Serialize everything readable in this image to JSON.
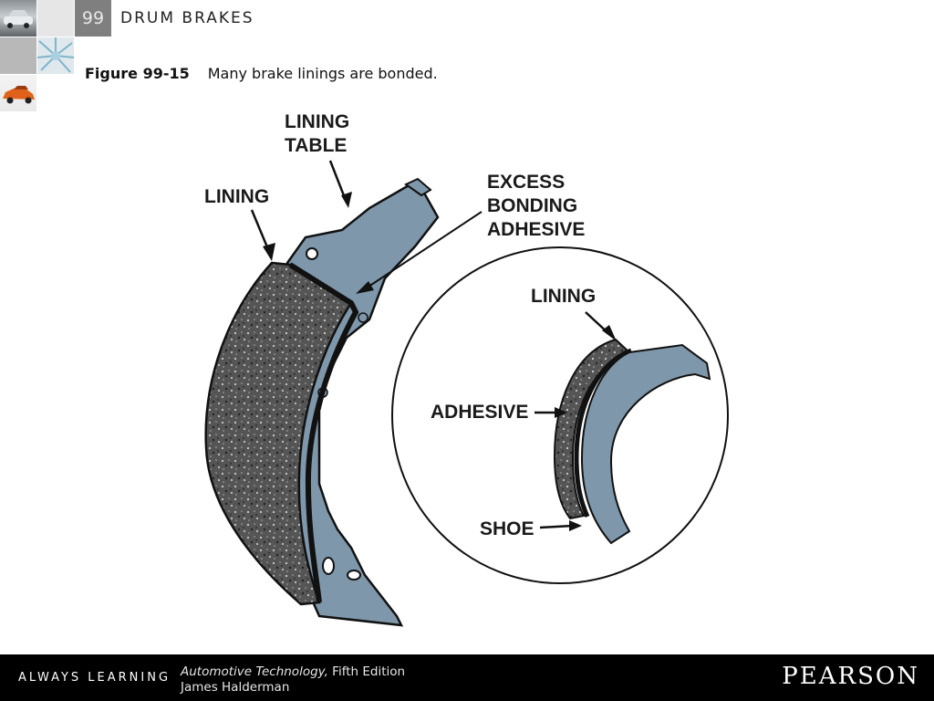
{
  "header": {
    "chapter_number": "99",
    "chapter_title": "DRUM BRAKES"
  },
  "caption": {
    "figure_label": "Figure 99-15",
    "text": "Many brake linings are bonded."
  },
  "figure": {
    "labels": {
      "lining_table_line1": "LINING",
      "lining_table_line2": "TABLE",
      "lining": "LINING",
      "excess_line1": "EXCESS",
      "excess_line2": "BONDING",
      "excess_line3": "ADHESIVE",
      "detail_lining": "LINING",
      "adhesive": "ADHESIVE",
      "shoe": "SHOE"
    },
    "colors": {
      "shoe_steel": "#7f97ab",
      "lining_dark": "#4a4a4a",
      "outline": "#111111"
    }
  },
  "footer": {
    "tagline": "ALWAYS LEARNING",
    "book_title": "Automotive Technology,",
    "edition": " Fifth Edition",
    "author": "James Halderman",
    "brand": "PEARSON"
  }
}
